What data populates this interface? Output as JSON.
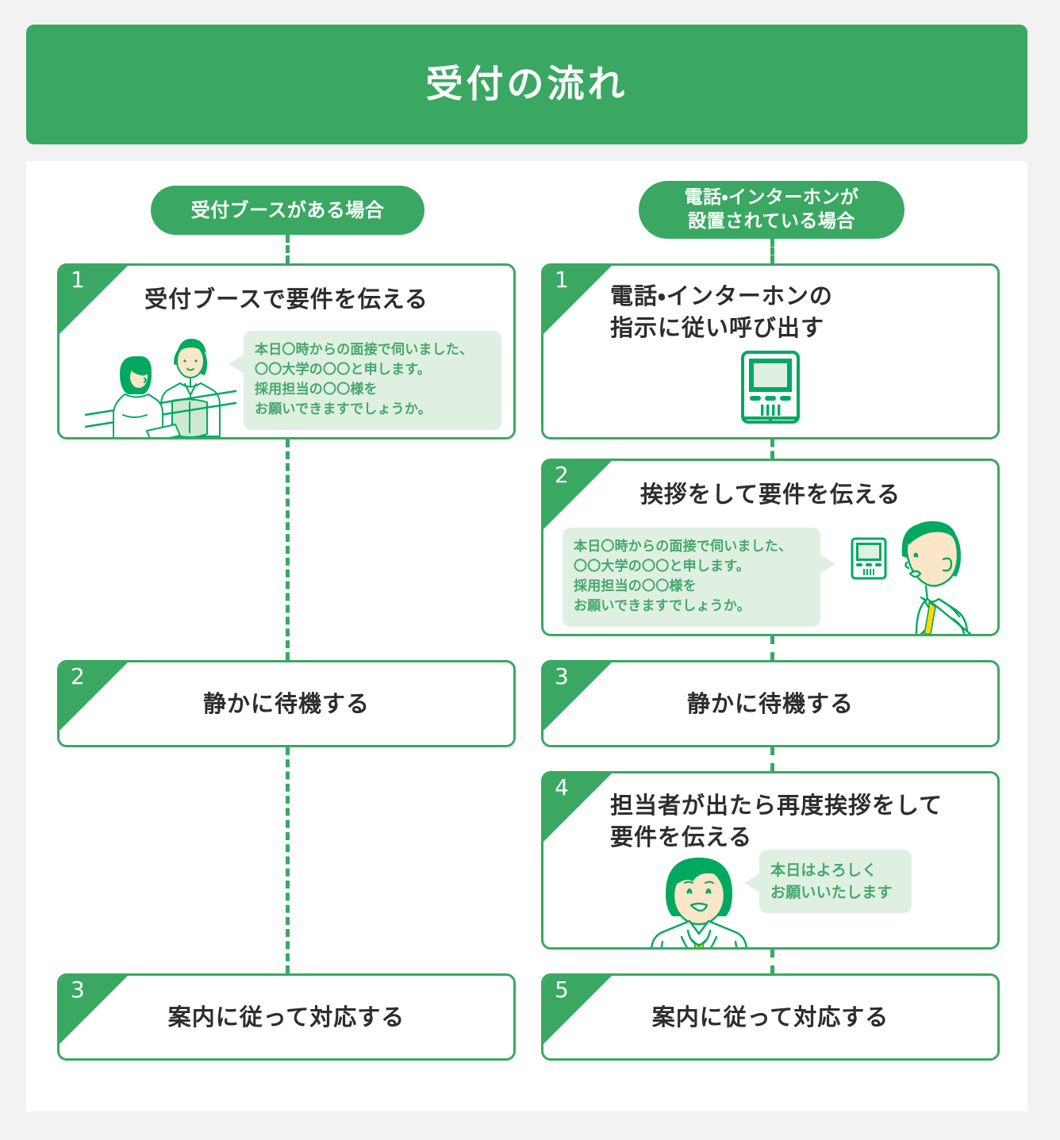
{
  "header": {
    "title": "受付の流れ"
  },
  "colors": {
    "brand_green": "#3aa862",
    "icon_green": "#00a960",
    "bubble_bg": "#dff0e2",
    "bubble_text": "#46a86b",
    "page_bg": "#f2f2f2",
    "panel_bg": "#ffffff",
    "title_text": "#2d2d2d",
    "tie_yellow": "#ffd800",
    "skin": "#fbe6c8"
  },
  "columns": [
    {
      "id": "booth",
      "tab_label": "受付ブースがある場合",
      "steps": [
        {
          "number": "1",
          "title": "受付ブースで要件を伝える",
          "icon": "reception-counter-illustration",
          "bubble": {
            "position": "right",
            "lines": [
              "本日〇時からの面接で伺いました、",
              "〇〇大学の〇〇と申します。",
              "採用担当の〇〇様を",
              "お願いできますでしょうか。"
            ]
          }
        },
        {
          "number": "2",
          "title": "静かに待機する",
          "icon": null,
          "bubble": null
        },
        {
          "number": "3",
          "title": "案内に従って対応する",
          "icon": null,
          "bubble": null
        }
      ]
    },
    {
      "id": "intercom",
      "tab_label_line1": "電話・インターホンが",
      "tab_label_line2": "設置されている場合",
      "steps": [
        {
          "number": "1",
          "title_line1": "電話・インターホンの",
          "title_line2": "指示に従い呼び出す",
          "icon": "intercom-icon",
          "bubble": null
        },
        {
          "number": "2",
          "title": "挨拶をして要件を伝える",
          "icon": "person-at-intercom-illustration",
          "bubble": {
            "position": "left",
            "lines": [
              "本日〇時からの面接で伺いました、",
              "〇〇大学の〇〇と申します。",
              "採用担当の〇〇様を",
              "お願いできますでしょうか。"
            ]
          }
        },
        {
          "number": "3",
          "title": "静かに待機する",
          "icon": null,
          "bubble": null
        },
        {
          "number": "4",
          "title_line1": "担当者が出たら再度挨拶をして",
          "title_line2": "要件を伝える",
          "icon": "person-front-illustration",
          "bubble": {
            "position": "right",
            "lines": [
              "本日はよろしく",
              "お願いいたします"
            ]
          }
        },
        {
          "number": "5",
          "title": "案内に従って対応する",
          "icon": null,
          "bubble": null
        }
      ]
    }
  ]
}
